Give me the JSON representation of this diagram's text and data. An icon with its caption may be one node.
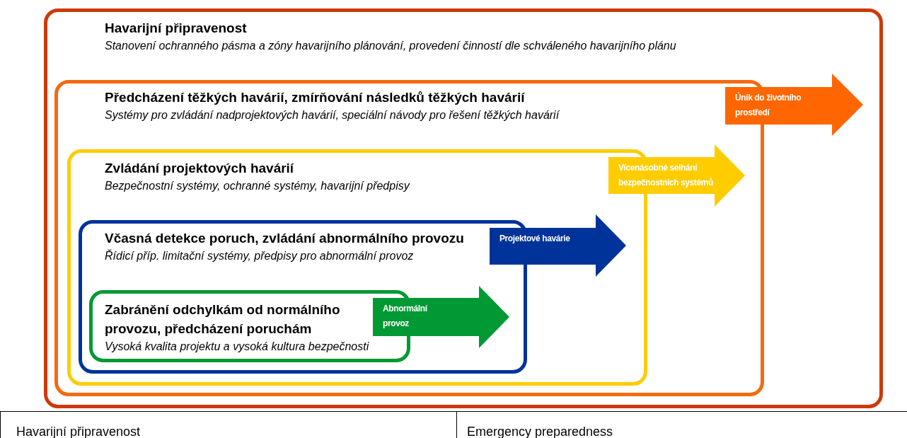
{
  "diagram": {
    "nodes": [
      {
        "text": [
          "Havarijní připravenost",
          "Stanovení ochranného pásma a zóny havarijního plánování, provedení činností dle schváleného havarijního plánu"
        ]
      },
      {
        "text": [
          "Předcházení těžkých havárií, zmírňování následků těžkých havárií",
          "Systémy pro zvládání nadprojektových havárií, speciální návody pro řešení těžkých havárií"
        ],
        "in": 0
      },
      {
        "text": [
          "Zvládání projektových havárií",
          "Bezpečnostní systémy, ochranné systémy, havarijní předpisy"
        ],
        "in": 1
      },
      {
        "text": [
          "Včasná detekce poruch, zvládání abnormálního provozu",
          "Řídicí příp. limitační systémy, předpisy pro abnormální provoz"
        ],
        "in": 2
      },
      {
        "text": [
          "Zabránění odchylkám od normálního provozu, předcházení poruchám",
          "Vysoká kvalita projektu a vysoká kultura bezpečnosti"
        ],
        "in": 3
      },
      {
        "text": [
          "Abnormální provoz"
        ],
        "in": 3
      },
      {
        "text": [
          "Projektové havárie"
        ],
        "in": 2
      },
      {
        "text": [
          "Vícenásobné selhání bezpečnostních systémů"
        ],
        "in": 1
      },
      {
        "text": [
          "Únik do životního prostředí"
        ],
        "in": 0
      }
    ],
    "edges": [],
    "labels": [
      "Havarijní připravenost",
      "Emergency preparedness"
    ]
  }
}
